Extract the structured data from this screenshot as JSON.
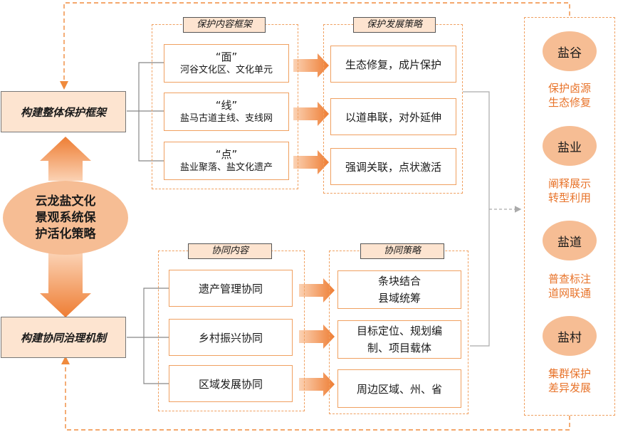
{
  "left": {
    "top_box": "构建整体保护框架",
    "center_ellipse": [
      "云龙盐文化",
      "景观系统保",
      "护活化策略"
    ],
    "bottom_box": "构建协同治理机制"
  },
  "upper": {
    "content_tag": "保护内容框架",
    "strategy_tag": "保护发展策略",
    "content_items": [
      {
        "title": "“面”",
        "sub": "河谷文化区、文化单元"
      },
      {
        "title": "“线”",
        "sub": "盐马古道主线、支线网"
      },
      {
        "title": "“点”",
        "sub": "盐业聚落、盐文化遗产"
      }
    ],
    "strategy_items": [
      "生态修复，成片保护",
      "以道串联，对外延伸",
      "强调关联，点状激活"
    ]
  },
  "lower": {
    "content_tag": "协同内容",
    "strategy_tag": "协同策略",
    "content_items": [
      "遗产管理协同",
      "乡村振兴协同",
      "区域发展协同"
    ],
    "strategy_items": [
      [
        "条块结合",
        "县域统筹"
      ],
      [
        "目标定位、规划编",
        "制、项目载体"
      ],
      [
        "周边区域、州、省"
      ]
    ]
  },
  "right": {
    "items": [
      {
        "circle": "盐谷",
        "lines": [
          "保护卤源",
          "生态修复"
        ]
      },
      {
        "circle": "盐业",
        "lines": [
          "阐释展示",
          "转型利用"
        ]
      },
      {
        "circle": "盐道",
        "lines": [
          "普查标注",
          "道网联通"
        ]
      },
      {
        "circle": "盐村",
        "lines": [
          "集群保护",
          "差异发展"
        ]
      }
    ]
  },
  "colors": {
    "accent": "#f08a3c",
    "light": "#fde4d0",
    "circle": "#f6bd94",
    "text_orange": "#e8742b"
  }
}
